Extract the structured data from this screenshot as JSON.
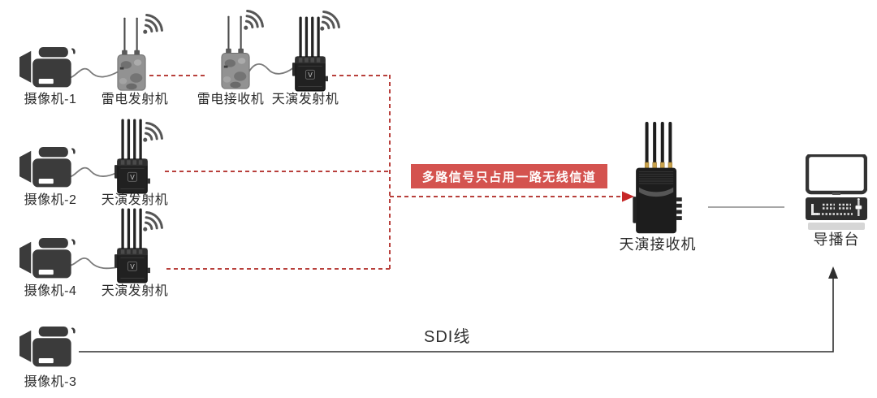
{
  "nodes": {
    "camera1": {
      "label": "摄像机-1"
    },
    "camera2": {
      "label": "摄像机-2"
    },
    "camera4": {
      "label": "摄像机-4"
    },
    "camera3": {
      "label": "摄像机-3"
    },
    "thunder_tx": {
      "label": "雷电发射机"
    },
    "thunder_rx": {
      "label": "雷电接收机"
    },
    "tianyan_tx_1": {
      "label": "天演发射机"
    },
    "tianyan_tx_2": {
      "label": "天演发射机"
    },
    "tianyan_tx_3": {
      "label": "天演发射机"
    },
    "tianyan_rx": {
      "label": "天演接收机"
    },
    "director": {
      "label": "导播台"
    }
  },
  "annotations": {
    "channel_note": "多路信号只占用一路无线信道",
    "sdi_label": "SDI线"
  },
  "colors": {
    "dash": "#b8403c",
    "arrow": "#c62828",
    "note_bg": "#d4534f",
    "note_text": "#ffffff",
    "solid_line": "#2f2f2f",
    "cable": "#7a7a7a",
    "text": "#2b2b2b",
    "device_dark": "#1f1f1f",
    "device_gray": "#8f8f8f"
  }
}
